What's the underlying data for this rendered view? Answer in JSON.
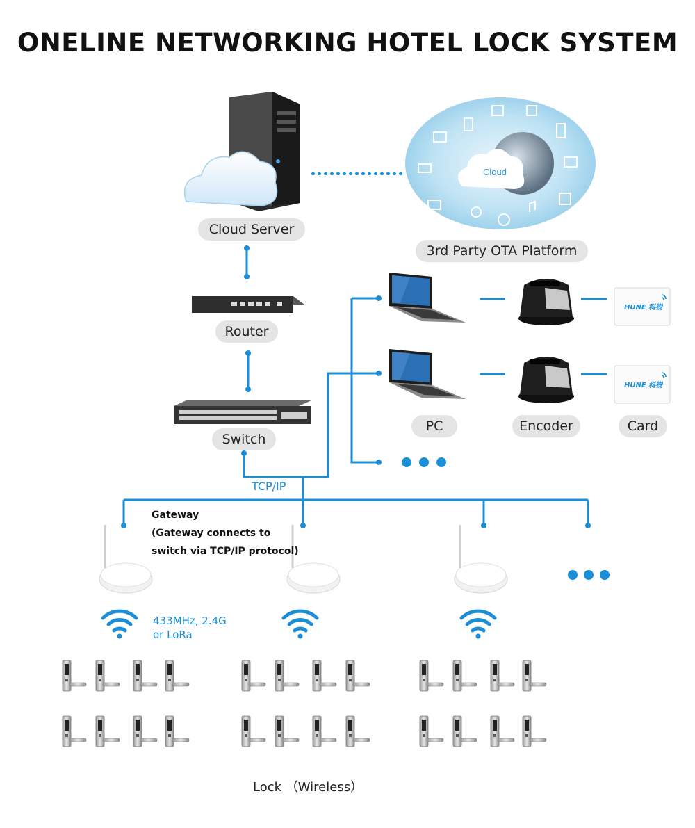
{
  "title": "ONELINE NETWORKING HOTEL LOCK SYSTEM",
  "nodes": {
    "cloud_server": "Cloud Server",
    "ota_platform": "3rd Party OTA Platform",
    "router": "Router",
    "switch": "Switch",
    "pc": "PC",
    "encoder": "Encoder",
    "card": "Card"
  },
  "card_brand": "HUNE 科锐",
  "tcp_label": "TCP/IP",
  "gateway_note": {
    "line1": "Gateway",
    "line2": "(Gateway connects to",
    "line3": "switch via TCP/IP protocol)"
  },
  "wireless_label": {
    "line1": "433MHz, 2.4G",
    "line2": "or LoRa"
  },
  "lock_label": "Lock （Wireless）",
  "ota_cloud_text": "Cloud",
  "colors": {
    "link_blue": "#1a8fd8",
    "pill_bg": "#e4e4e4"
  }
}
